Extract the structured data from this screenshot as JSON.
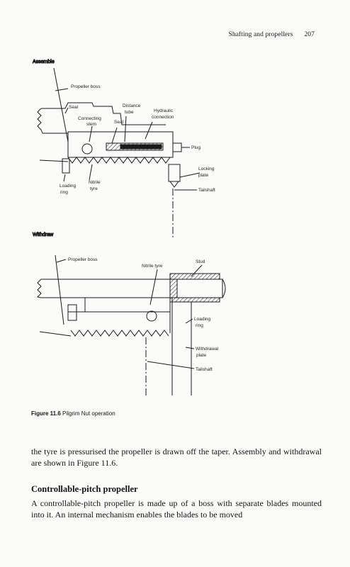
{
  "header": {
    "running_title": "Shafting and propellers",
    "page_number": "207"
  },
  "figure": {
    "caption_label": "Figure 11.6",
    "caption_text": "Pilgrim Nut operation",
    "assemble": {
      "section_label": "Assemble",
      "labels": {
        "propeller_boss": "Propeller boss",
        "seal_left": "Seal",
        "connecting_stem_1": "Connecting",
        "connecting_stem_2": "stem",
        "distance_tube_1": "Distance",
        "distance_tube_2": "tube",
        "seal_mid": "Seal",
        "hydraulic_1": "Hydraulic",
        "hydraulic_2": "connection",
        "plug": "Plug",
        "locking_plate_1": "Locking",
        "locking_plate_2": "plate",
        "tailshaft": "Tailshaft",
        "nitrile_tyre_1": "Nitrile",
        "nitrile_tyre_2": "tyre",
        "loading_ring_1": "Loading",
        "loading_ring_2": "ring"
      }
    },
    "withdraw": {
      "section_label": "Withdraw",
      "labels": {
        "propeller_boss": "Propeller boss",
        "nitrile_tyre": "Nitrile tyre",
        "stud": "Stud",
        "loading_ring_1": "Loading",
        "loading_ring_2": "ring",
        "withdrawal_plate_1": "Withdrawal",
        "withdrawal_plate_2": "plate",
        "tailshaft": "Tailshaft"
      }
    }
  },
  "paragraph_1": "the tyre is pressurised the propeller is drawn off the taper. Assembly and withdrawal are shown in Figure 11.6.",
  "heading": "Controllable-pitch propeller",
  "paragraph_2": "A controllable-pitch propeller is made up of a boss with separate blades mounted into it. An internal mechanism enables the blades to be moved"
}
